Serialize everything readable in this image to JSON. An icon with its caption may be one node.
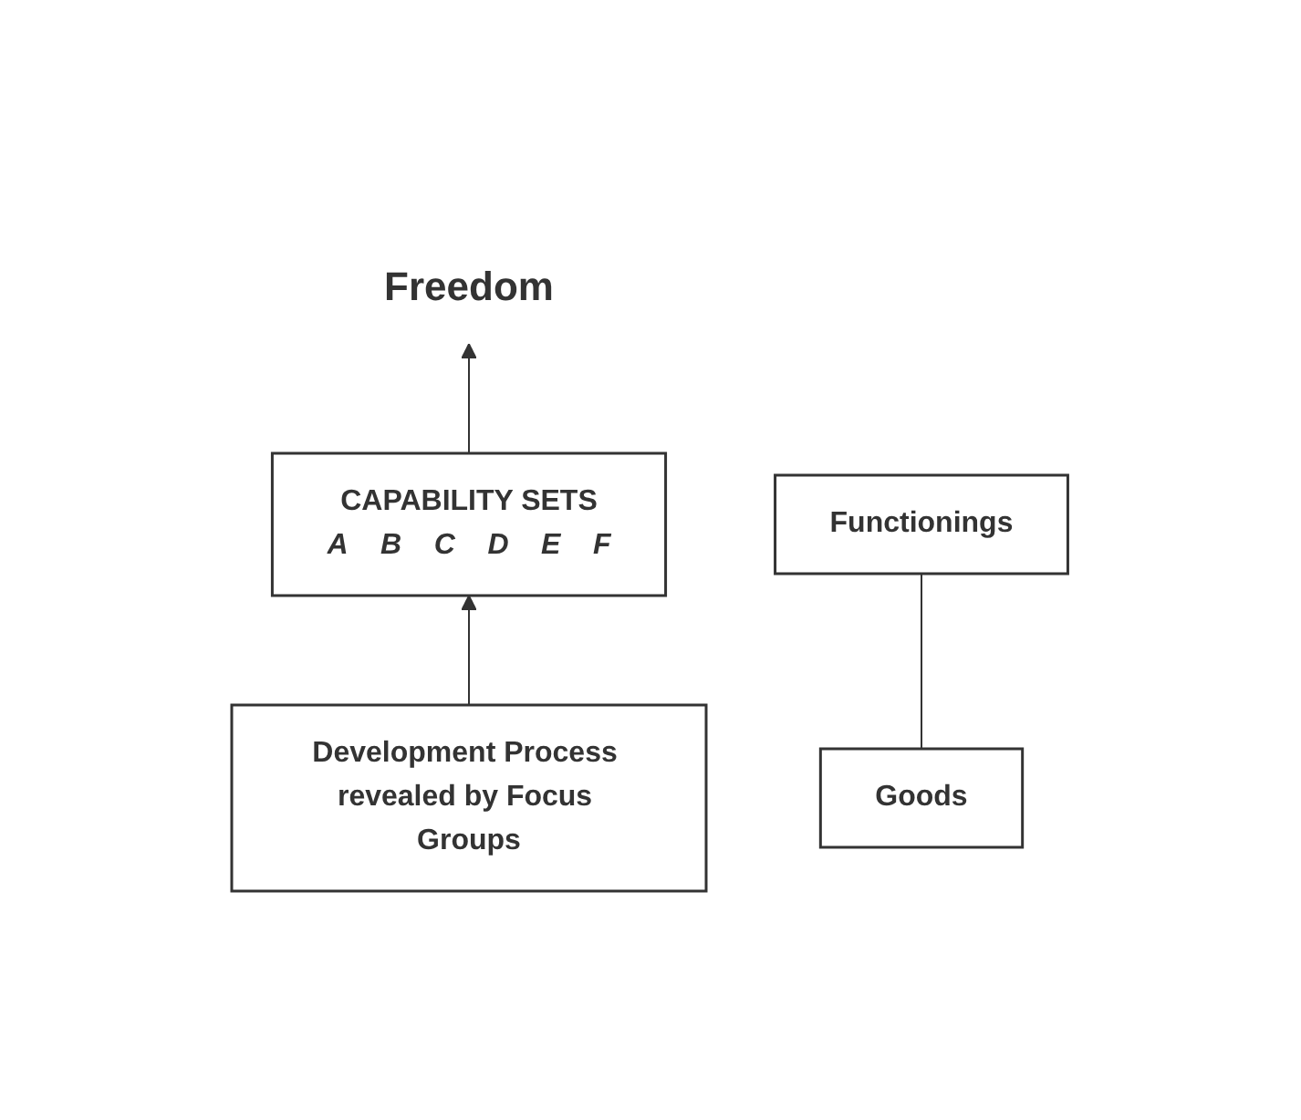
{
  "diagram": {
    "nodes": [
      {
        "text": [
          "Freedom"
        ]
      },
      {
        "text": [
          "CAPABILITY SETS",
          "A",
          "B",
          "C",
          "D",
          "E",
          "F"
        ]
      },
      {
        "text": [
          "Development Process revealed by Focus Groups"
        ]
      },
      {
        "text": [
          "Goods"
        ]
      },
      {
        "text": [
          "Functionings"
        ]
      }
    ],
    "edges": [
      {
        "from": 1,
        "to": 0,
        "arrow": "to"
      },
      {
        "from": 2,
        "to": 1,
        "arrow": "to"
      },
      {
        "from": 3,
        "to": 4,
        "arrow": "none"
      }
    ]
  }
}
